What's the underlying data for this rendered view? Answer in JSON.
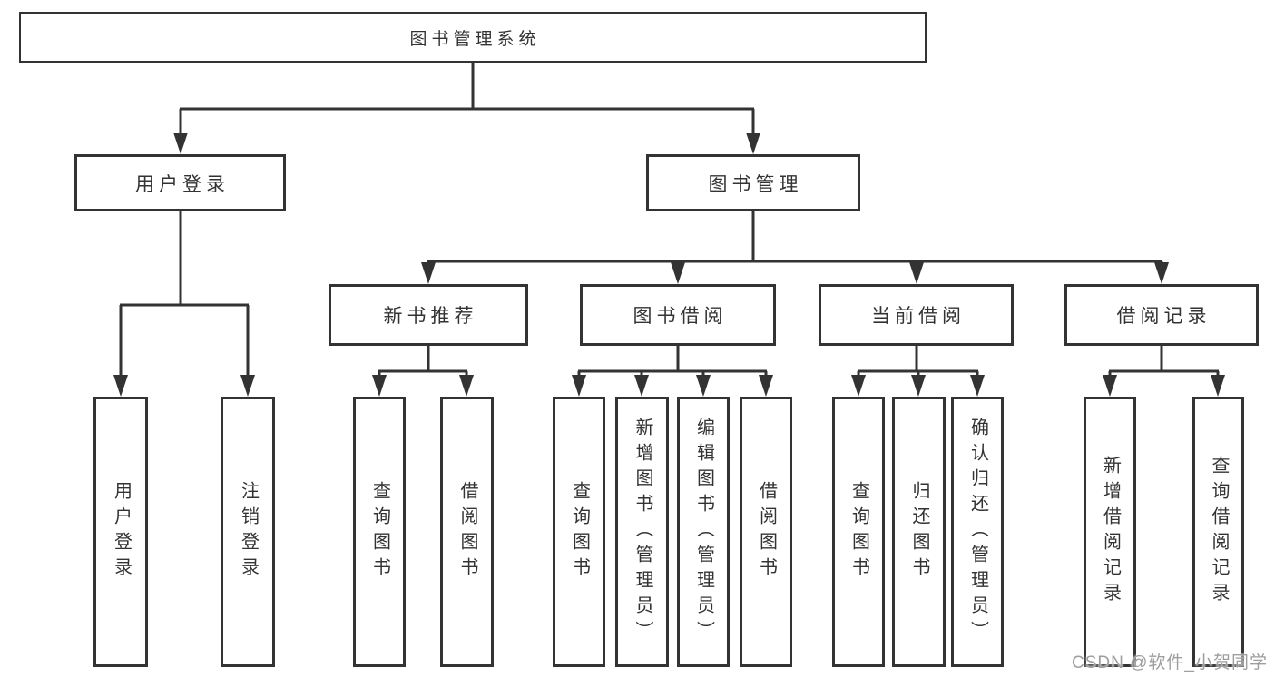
{
  "nodes": {
    "root": "图书管理系统",
    "user_login": "用户登录",
    "book_management": "图书管理",
    "new_book_recommend": "新书推荐",
    "book_borrow": "图书借阅",
    "current_borrow": "当前借阅",
    "borrow_record": "借阅记录"
  },
  "leaves": {
    "user_login": [
      "用户登录",
      "注销登录"
    ],
    "new_book_recommend": [
      "查询图书",
      "借阅图书"
    ],
    "book_borrow": [
      "查询图书",
      "新增图书（管理员）",
      "编辑图书（管理员）",
      "借阅图书"
    ],
    "current_borrow": [
      "查询图书",
      "归还图书",
      "确认归还（管理员）"
    ],
    "borrow_record": [
      "新增借阅记录",
      "查询借阅记录"
    ]
  },
  "watermark": "CSDN @软件_小贺同学",
  "colors": {
    "line": "#333333",
    "text": "#333333",
    "box_background": "#ffffff",
    "watermark": "#9e9e9e",
    "background": "#ffffff"
  }
}
